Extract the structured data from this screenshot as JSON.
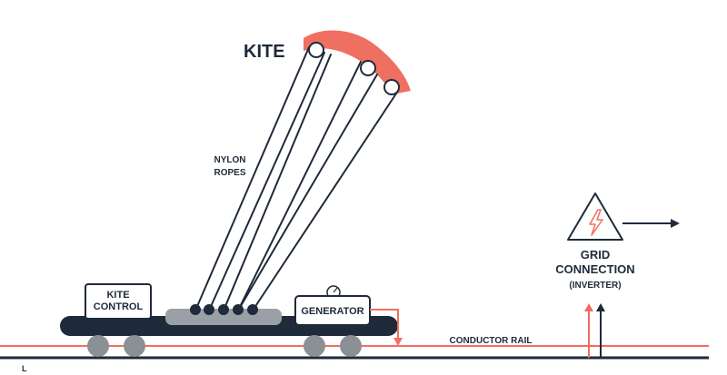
{
  "labels": {
    "kite": "KITE",
    "nylon_line1": "NYLON",
    "nylon_line2": "ROPES",
    "kite_control_line1": "KITE",
    "kite_control_line2": "CONTROL",
    "generator": "GENERATOR",
    "grid_line1": "GRID",
    "grid_line2": "CONNECTION",
    "inverter": "(INVERTER)",
    "conductor_rail": "CONDUCTOR RAIL",
    "corner": "L"
  },
  "colors": {
    "dark": "#1f2a3a",
    "accent": "#ef6f61",
    "gray": "#8b9095",
    "cart_gray": "#9aa0a6"
  }
}
